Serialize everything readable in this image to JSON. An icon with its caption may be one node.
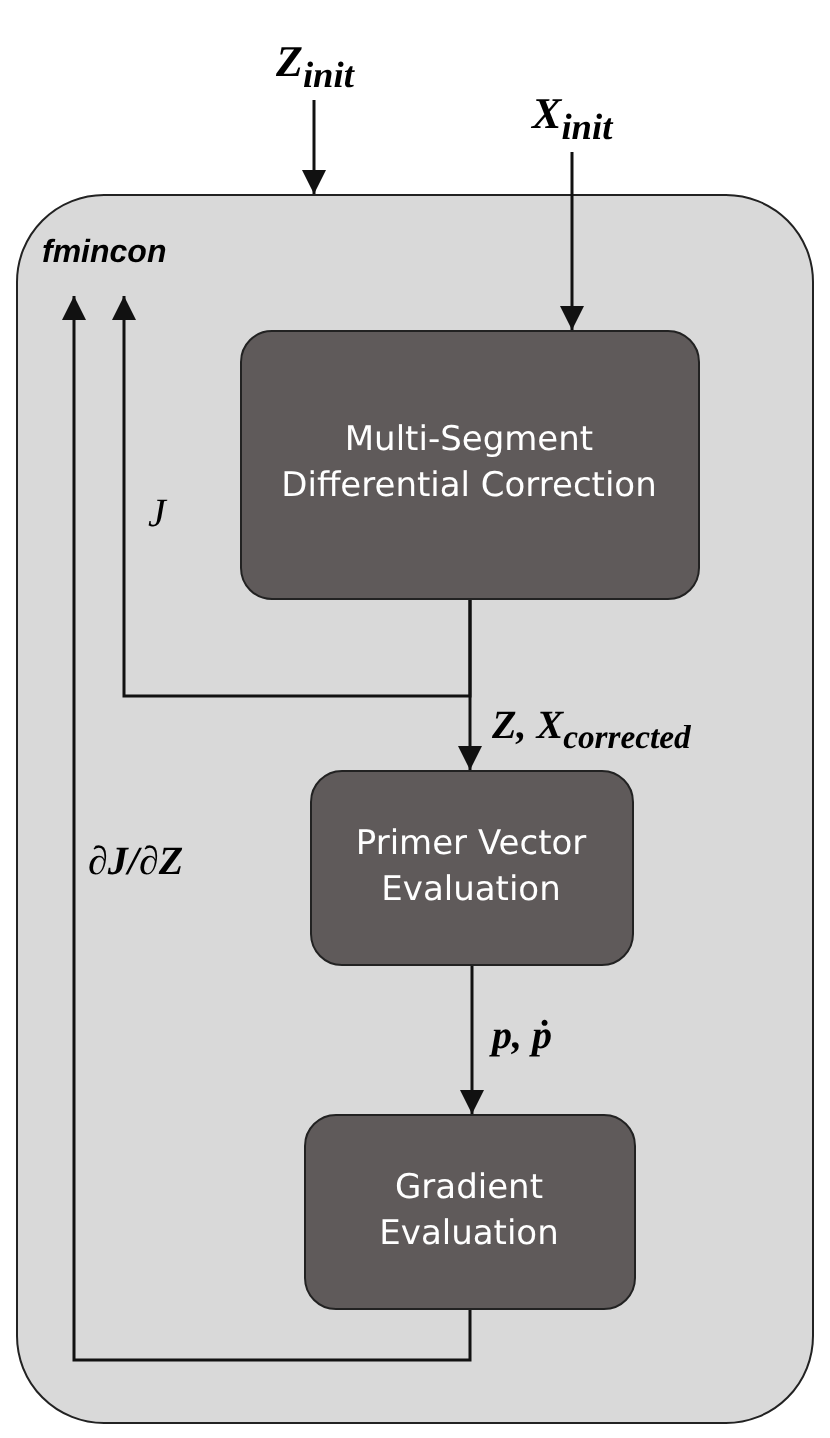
{
  "diagram": {
    "nodes": [
      {
        "text": [
          "Z$_{init}$"
        ]
      },
      {
        "text": [
          "X$_{init}$"
        ]
      },
      {
        "text": [
          "fmincon"
        ]
      },
      {
        "text": [
          "Multi-Segment Differential Correction"
        ],
        "in": 2
      },
      {
        "text": [
          "Primer Vector Evaluation"
        ],
        "in": 2
      },
      {
        "text": [
          "Gradient Evaluation"
        ],
        "in": 2
      }
    ],
    "edges": [
      {
        "from": 0,
        "to": 2,
        "arrow": "to"
      },
      {
        "from": 1,
        "to": 3,
        "arrow": "to"
      },
      {
        "from": 3,
        "to": 2,
        "label": "J",
        "arrow": "to"
      },
      {
        "from": 3,
        "to": 4,
        "label": "Z, X$_{corrected}$",
        "arrow": "to"
      },
      {
        "from": 4,
        "to": 5,
        "label": "p, ṗ",
        "arrow": "to"
      },
      {
        "from": 5,
        "to": 2,
        "label": "∂J/∂Z",
        "arrow": "to"
      }
    ]
  }
}
